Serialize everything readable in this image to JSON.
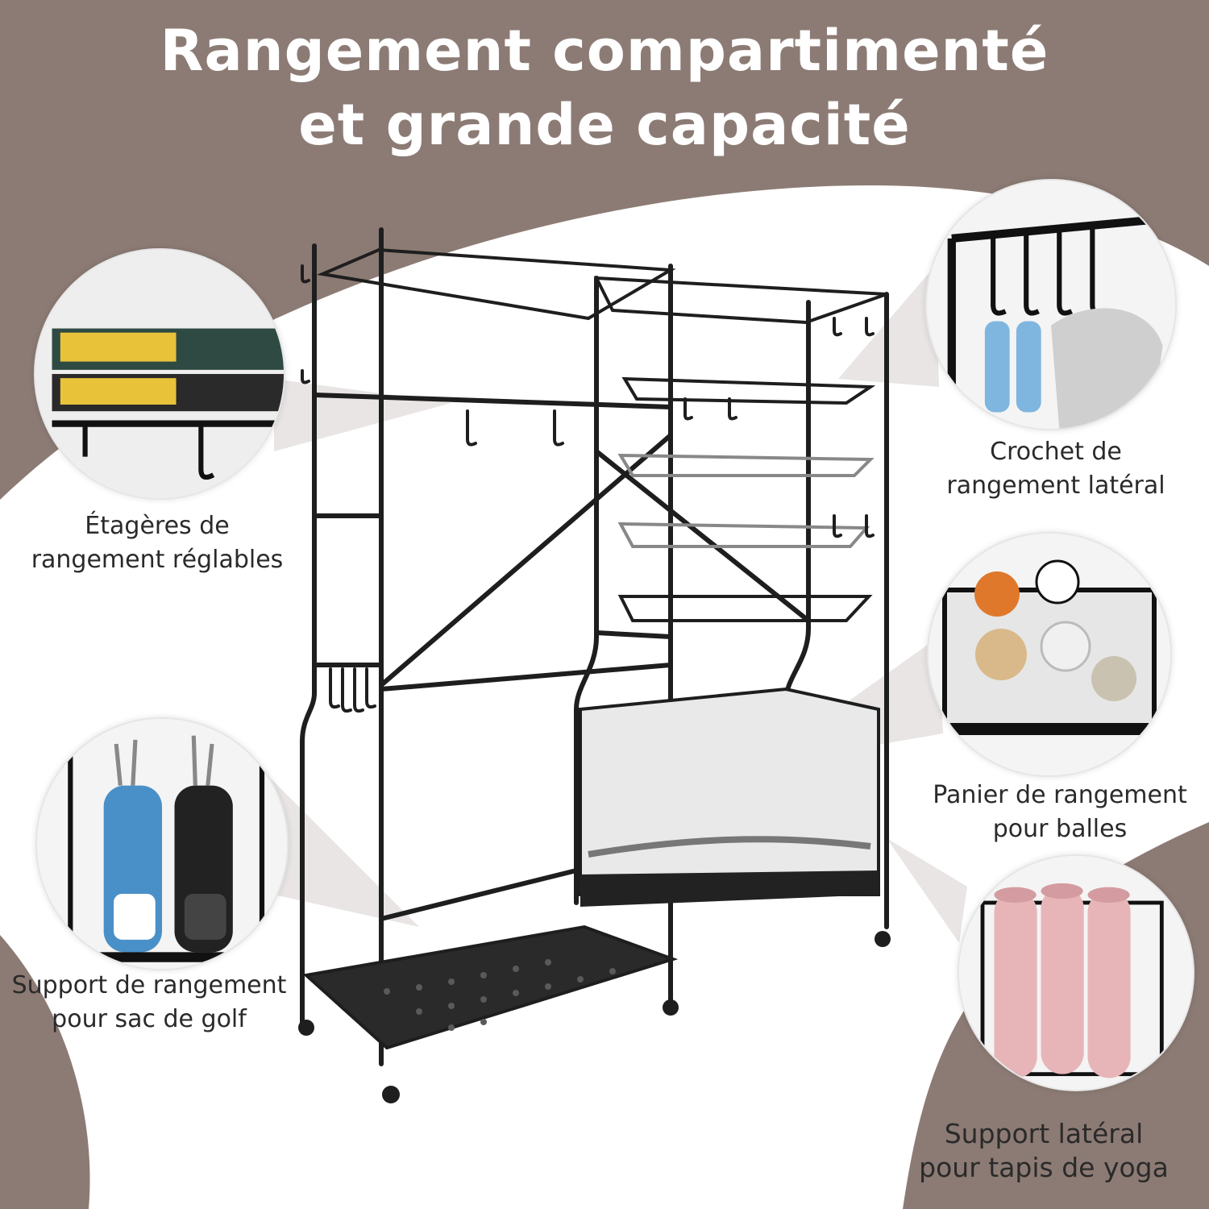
{
  "title": {
    "line1": "Rangement compartimenté",
    "line2": "et grande capacité"
  },
  "features": {
    "shelves": {
      "line1": "Étagères de",
      "line2": "rangement réglables",
      "icon": "adjustable-shelf-icon"
    },
    "hooks": {
      "line1": "Crochet de",
      "line2": "rangement latéral",
      "icon": "hook-icon"
    },
    "balls": {
      "line1": "Panier de rangement",
      "line2": "pour balles",
      "icon": "ball-basket-icon"
    },
    "golf": {
      "line1": "Support de rangement",
      "line2": "pour sac de golf",
      "icon": "golf-bag-icon"
    },
    "yoga": {
      "line1": "Support latéral",
      "line2": "pour tapis de yoga",
      "icon": "yoga-mat-icon"
    }
  },
  "colors": {
    "background": "#8c7b74",
    "panel": "#ffffff",
    "frame": "#1e1e1e",
    "text": "#2a2a2a"
  }
}
